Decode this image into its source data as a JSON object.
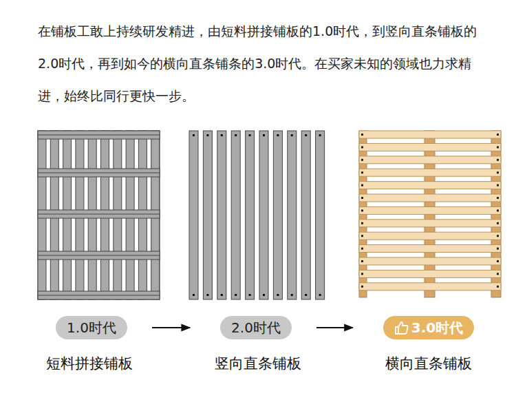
{
  "diagram": {
    "nodes": [
      {
        "text": [
          "1.0时代"
        ]
      },
      {
        "text": [
          "2.0时代"
        ]
      },
      {
        "text": [
          "3.0时代"
        ]
      }
    ],
    "edges": [
      {
        "from": 0,
        "to": 1,
        "arrow": "to"
      },
      {
        "from": 1,
        "to": 2,
        "arrow": "to"
      }
    ],
    "labels": [
      "在铺板工敢上持续研发精进，由短料拼接铺板的1.0时代，到竖向直条铺板的2.0时代，再到如今的横向直条铺条的3.0时代。在买家未知的领域也力求精进，始终比同行更快一步。",
      "短料拼接铺板",
      "竖向直条铺板",
      "横向直条铺板"
    ]
  }
}
